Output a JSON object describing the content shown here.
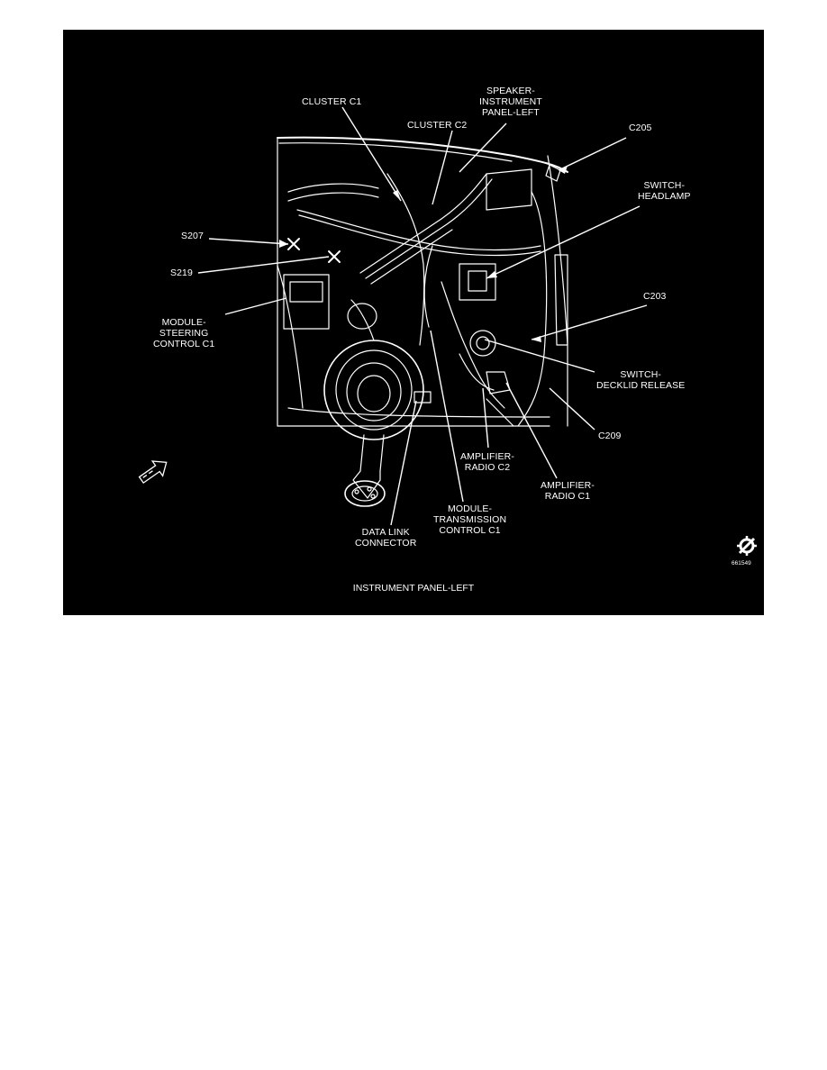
{
  "figure": {
    "caption": "INSTRUMENT PANEL-LEFT",
    "figure_id": "661549",
    "labels": {
      "cluster_c1": "CLUSTER C1",
      "cluster_c2": "CLUSTER C2",
      "speaker": "SPEAKER-\nINSTRUMENT\nPANEL-LEFT",
      "c205": "C205",
      "switch_headlamp": "SWITCH-\nHEADLAMP",
      "s207": "S207",
      "s219": "S219",
      "module_steering": "MODULE-\nSTEERING\nCONTROL C1",
      "c203": "C203",
      "switch_decklid": "SWITCH-\nDECKLID RELEASE",
      "c209": "C209",
      "amp_radio_c2": "AMPLIFIER-\nRADIO C2",
      "amp_radio_c1": "AMPLIFIER-\nRADIO C1",
      "module_trans": "MODULE-\nTRANSMISSION\nCONTROL C1",
      "data_link": "DATA LINK\nCONNECTOR"
    },
    "icons": [
      "front-view-arrow-icon",
      "service-logo-icon"
    ],
    "colors": {
      "background": "#000000",
      "linework": "#ffffff"
    }
  }
}
